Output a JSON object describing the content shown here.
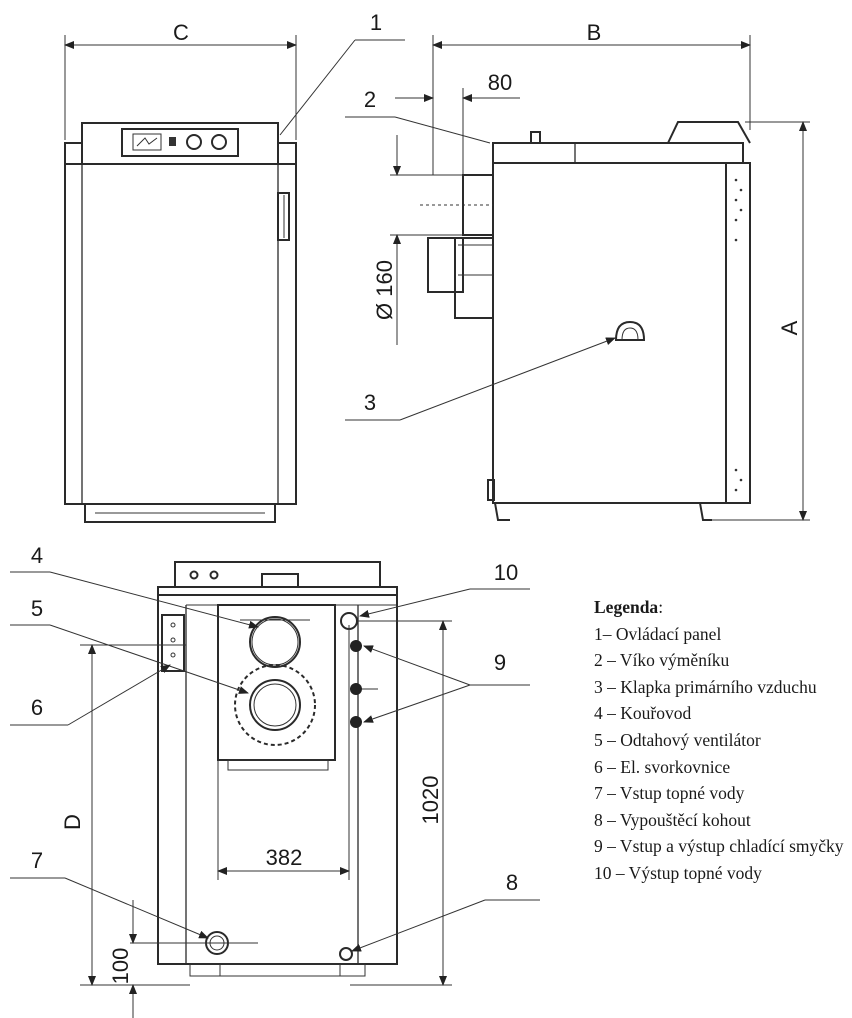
{
  "dimensions": {
    "C": "C",
    "B": "B",
    "A": "A",
    "D": "D",
    "d80": "80",
    "d160": "160",
    "diameter_symbol": "Ø",
    "d382": "382",
    "d1020": "1020",
    "d100": "100"
  },
  "callouts": {
    "c1": "1",
    "c2": "2",
    "c3": "3",
    "c4": "4",
    "c5": "5",
    "c6": "6",
    "c7": "7",
    "c8": "8",
    "c9": "9",
    "c10": "10"
  },
  "legend": {
    "title": "Legenda",
    "title_suffix": ":",
    "items": [
      "1– Ovládací panel",
      "2 – Víko výměníku",
      "3 – Klapka primárního vzduchu",
      "4 – Kouřovod",
      "5 – Odtahový ventilátor",
      "6 – El. svorkovnice",
      "7 – Vstup topné vody",
      "8 – Vypouštěcí kohout",
      "9 – Vstup a výstup chladící smyčky",
      "10 – Výstup topné vody"
    ]
  }
}
